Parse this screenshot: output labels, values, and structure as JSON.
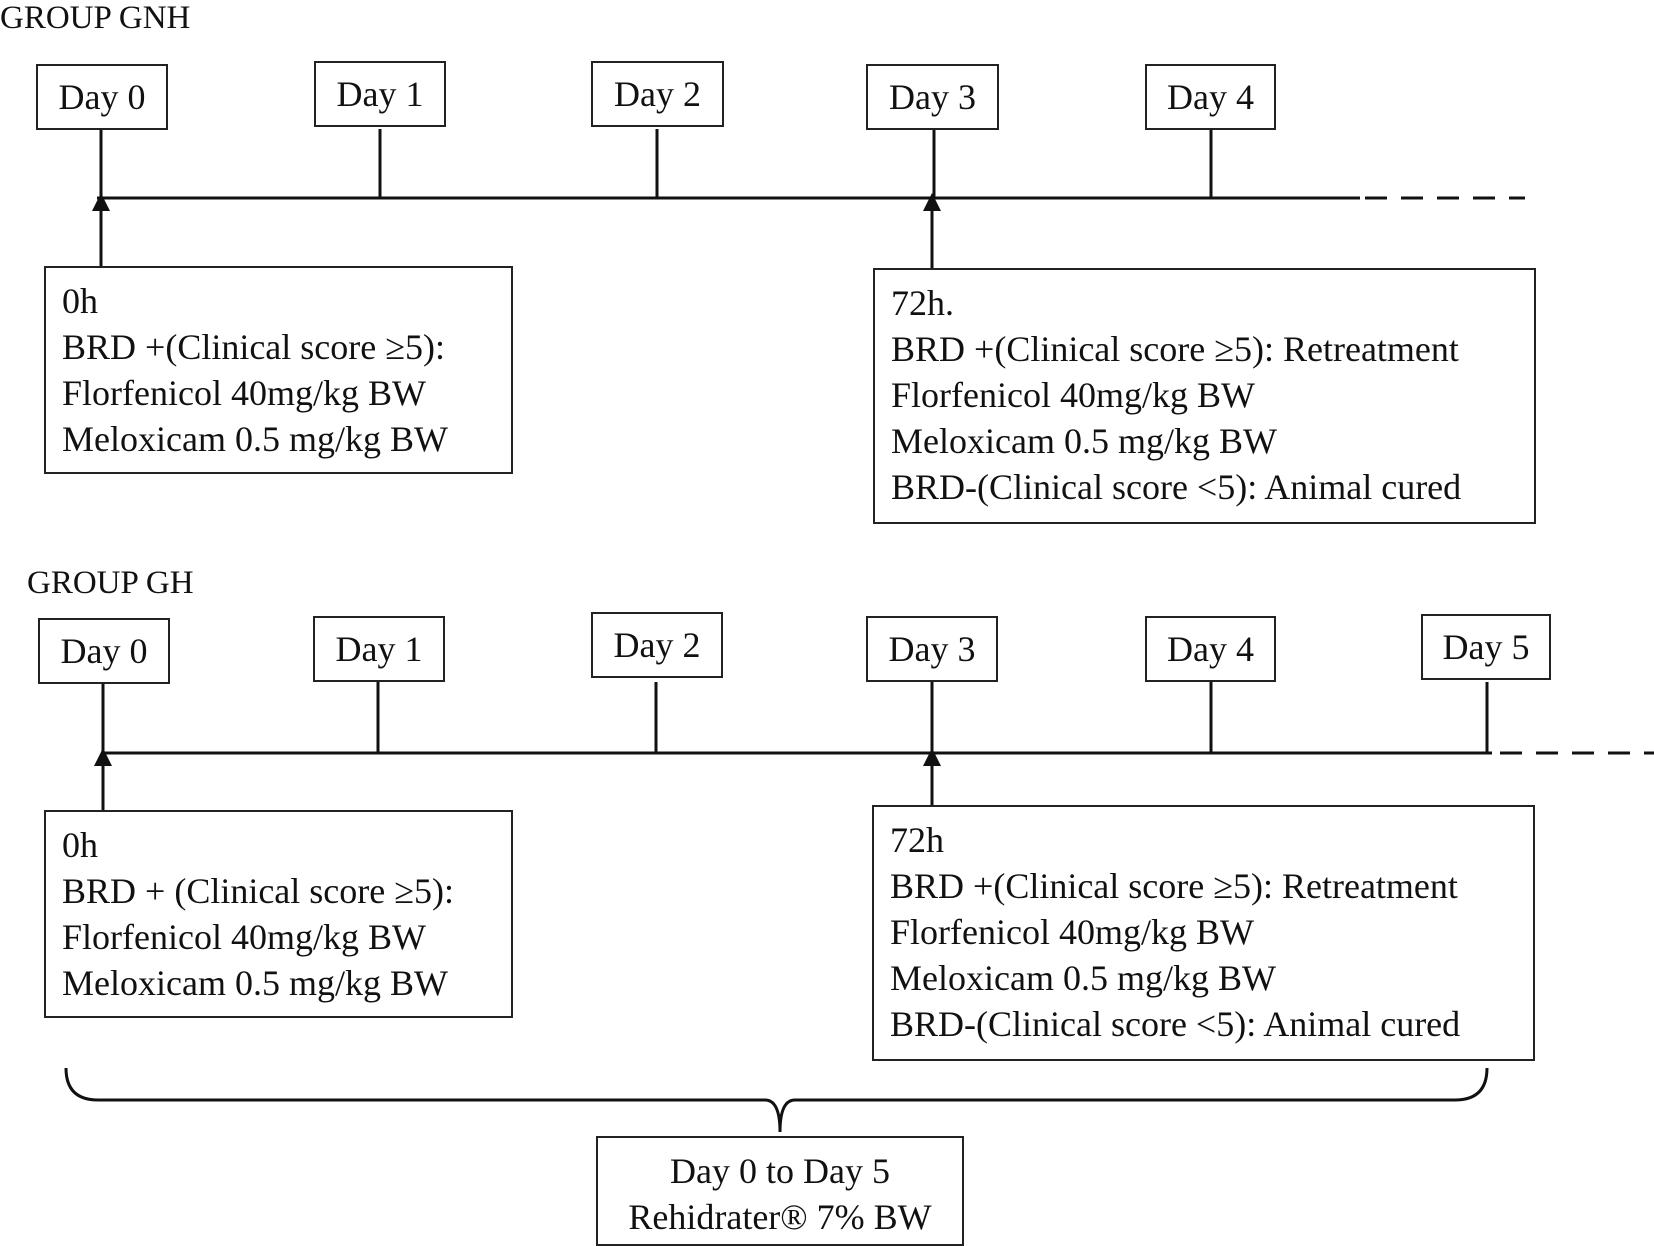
{
  "groups": [
    {
      "label": "GROUP GNH",
      "days": [
        "Day 0",
        "Day 1",
        "Day 2",
        "Day 3",
        "Day 4"
      ],
      "box_0h": {
        "title": "0h",
        "lines": [
          "BRD +(Clinical score ≥5):",
          "Florfenicol 40mg/kg BW",
          "Meloxicam 0.5 mg/kg BW"
        ]
      },
      "box_72h": {
        "title": "72h.",
        "lines": [
          "BRD +(Clinical score ≥5): Retreatment",
          "Florfenicol 40mg/kg BW",
          "Meloxicam 0.5 mg/kg BW",
          "BRD-(Clinical score <5): Animal cured"
        ]
      }
    },
    {
      "label": "GROUP GH",
      "days": [
        "Day 0",
        "Day 1",
        "Day 2",
        "Day 3",
        "Day 4",
        "Day 5"
      ],
      "box_0h": {
        "title": "0h",
        "lines": [
          "BRD + (Clinical score ≥5):",
          "Florfenicol 40mg/kg BW",
          "Meloxicam 0.5 mg/kg BW"
        ]
      },
      "box_72h": {
        "title": "72h",
        "lines": [
          "BRD +(Clinical score ≥5): Retreatment",
          "Florfenicol 40mg/kg BW",
          "Meloxicam 0.5 mg/kg BW",
          "BRD-(Clinical score <5): Animal cured"
        ]
      }
    }
  ],
  "rehydration": {
    "line1": "Day 0 to Day 5",
    "line2": "Rehidrater® 7% BW"
  }
}
